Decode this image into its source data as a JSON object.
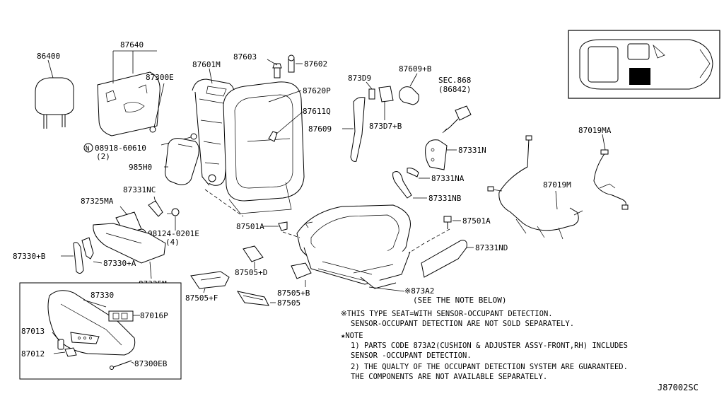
{
  "labels": {
    "p86400": "86400",
    "p87640": "87640",
    "p87300E": "87300E",
    "p08918": "08918-60610",
    "p08918_qty": "(2)",
    "p985H0": "985H0",
    "p87601M": "87601M",
    "p87603": "87603",
    "p87602": "87602",
    "p87620P": "87620P",
    "p87611Q": "87611Q",
    "p87609": "87609",
    "p873D9": "873D9",
    "p873D7B": "873D7+B",
    "p87609B": "87609+B",
    "sec868": "SEC.868",
    "sec868_sub": "(86842)",
    "p87331N": "87331N",
    "p87331NA": "87331NA",
    "p87331NB": "87331NB",
    "p87019MA": "87019MA",
    "p87019M": "87019M",
    "p87331NC": "87331NC",
    "p87325MA": "87325MA",
    "p08124": "08124-0201E",
    "p08124_qty": "(4)",
    "p87501A_l": "87501A",
    "p87501A_r": "87501A",
    "p87331ND": "87331ND",
    "p87330B": "87330+B",
    "p87330A": "87330+A",
    "p87325M": "87325M",
    "p87505D": "87505+D",
    "p87505F": "87505+F",
    "p87505B": "87505+B",
    "p87505": "87505",
    "p873A2": "※873A2",
    "p873A2_note": "(SEE THE NOTE BELOW)",
    "p87330": "87330",
    "p87016P": "87016P",
    "p87013": "87013",
    "p87012": "87012",
    "p87300EB": "87300EB"
  },
  "markers": {
    "n": "N",
    "b": "B"
  },
  "notes": {
    "line1": "※THIS TYPE SEAT=WITH SENSOR-OCCUPANT DETECTION.",
    "line2": "SENSOR-OCCUPANT DETECTION ARE NOT SOLD SEPARATELY.",
    "line3": "★NOTE",
    "line4": "1) PARTS CODE 873A2(CUSHION & ADJUSTER ASSY-FRONT,RH) INCLUDES",
    "line5": "SENSOR -OCCUPANT DETECTION.",
    "line6": "2) THE QUALTY OF THE OCCUPANT DETECTION SYSTEM ARE GUARANTEED.",
    "line7": "THE COMPONENTS ARE NOT AVAILABLE SEPARATELY."
  },
  "diagram_code": "J87002SC"
}
